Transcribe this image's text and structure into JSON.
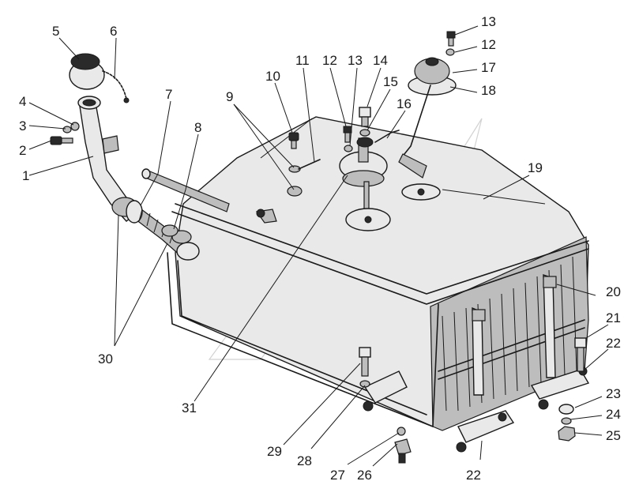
{
  "diagram": {
    "callouts": [
      {
        "id": "c1",
        "text": "1"
      },
      {
        "id": "c2",
        "text": "2"
      },
      {
        "id": "c3",
        "text": "3"
      },
      {
        "id": "c4",
        "text": "4"
      },
      {
        "id": "c5",
        "text": "5"
      },
      {
        "id": "c6",
        "text": "6"
      },
      {
        "id": "c7",
        "text": "7"
      },
      {
        "id": "c8",
        "text": "8"
      },
      {
        "id": "c9",
        "text": "9"
      },
      {
        "id": "c10",
        "text": "10"
      },
      {
        "id": "c11",
        "text": "11"
      },
      {
        "id": "c12a",
        "text": "12"
      },
      {
        "id": "c13a",
        "text": "13"
      },
      {
        "id": "c14",
        "text": "14"
      },
      {
        "id": "c15",
        "text": "15"
      },
      {
        "id": "c16",
        "text": "16"
      },
      {
        "id": "c13b",
        "text": "13"
      },
      {
        "id": "c12b",
        "text": "12"
      },
      {
        "id": "c17",
        "text": "17"
      },
      {
        "id": "c18",
        "text": "18"
      },
      {
        "id": "c19",
        "text": "19"
      },
      {
        "id": "c20",
        "text": "20"
      },
      {
        "id": "c21",
        "text": "21"
      },
      {
        "id": "c22a",
        "text": "22"
      },
      {
        "id": "c23",
        "text": "23"
      },
      {
        "id": "c24",
        "text": "24"
      },
      {
        "id": "c25",
        "text": "25"
      },
      {
        "id": "c22b",
        "text": "22"
      },
      {
        "id": "c26",
        "text": "26"
      },
      {
        "id": "c27",
        "text": "27"
      },
      {
        "id": "c28",
        "text": "28"
      },
      {
        "id": "c29",
        "text": "29"
      },
      {
        "id": "c30",
        "text": "30"
      },
      {
        "id": "c31",
        "text": "31"
      }
    ]
  }
}
